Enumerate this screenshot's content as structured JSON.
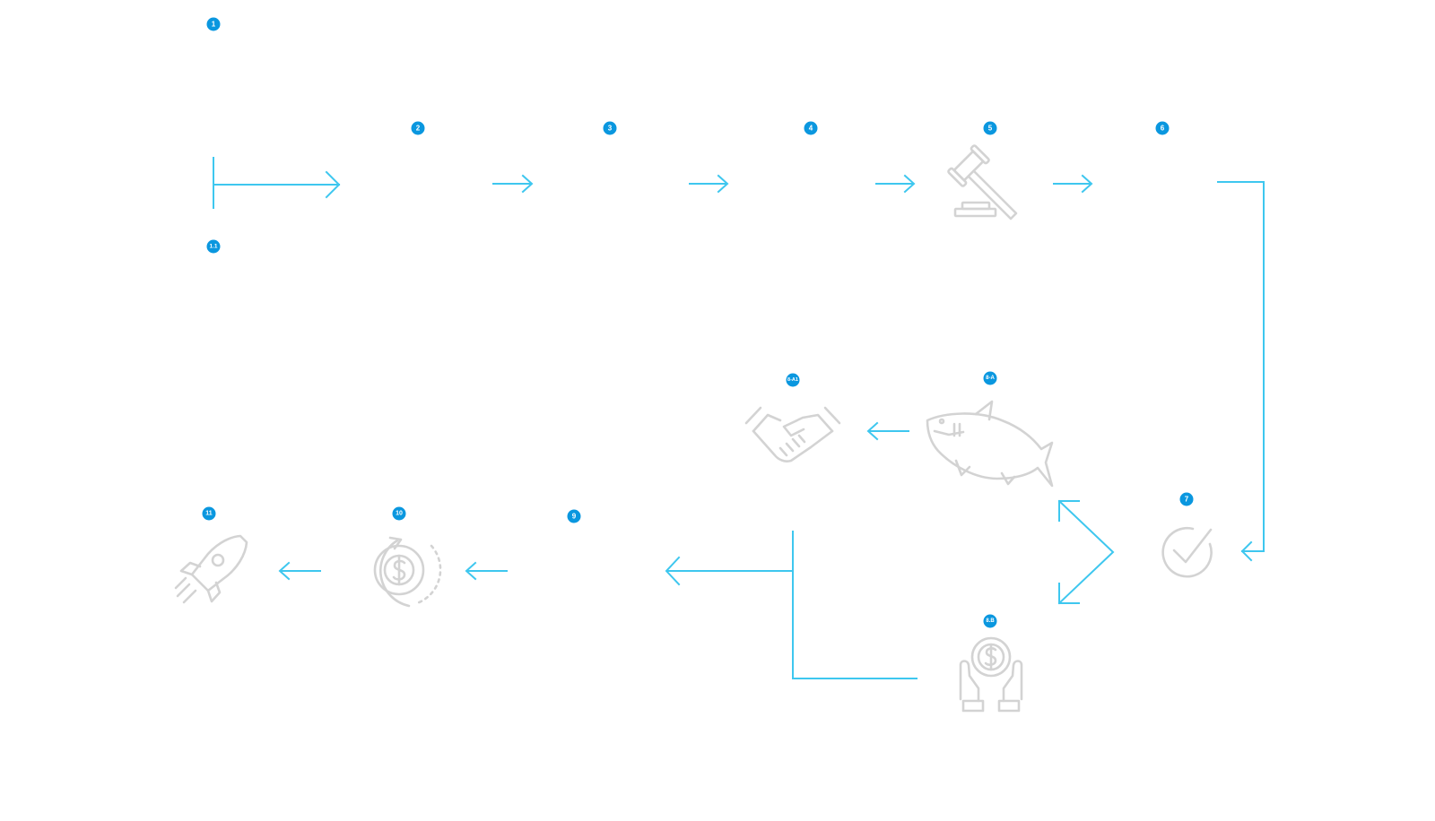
{
  "colors": {
    "accent": "#3ec7ef",
    "badge": "#0a97df",
    "icon": "#d3d3d3",
    "background": "#ffffff"
  },
  "badges": {
    "b1": "1",
    "b2": "2",
    "b3": "3",
    "b4": "4",
    "b5": "5",
    "b6": "6",
    "b7": "7",
    "b8a": "8-A",
    "b8a1": "8-A1",
    "b8b": "8.B",
    "b9": "9",
    "b10": "10",
    "b11": "11",
    "b1_1": "1.1"
  },
  "icons": {
    "step5": "gavel-icon",
    "step7": "check-circle-icon",
    "step8a": "shark-icon",
    "step8a1": "handshake-icon",
    "step8b": "hands-coin-icon",
    "step10": "dollar-cycle-icon",
    "step11": "rocket-icon"
  }
}
